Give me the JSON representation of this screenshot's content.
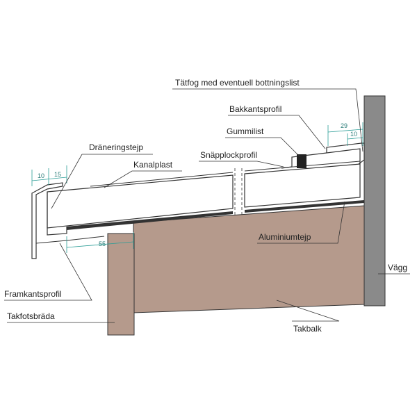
{
  "labels": {
    "tatfog": "Tätfog med eventuell bottningslist",
    "bakkantsprofil": "Bakkantsprofil",
    "gummilist": "Gummilist",
    "snapplockprofil": "Snäpplockprofil",
    "draneringstejp": "Dräneringstejp",
    "kanalplast": "Kanalplast",
    "aluminiumtejp": "Aluminiumtejp",
    "vagg": "Vägg",
    "framkantsprofil": "Framkantsprofil",
    "takfotsbrada": "Takfotsbräda",
    "takbalk": "Takbalk"
  },
  "dimensions": {
    "front_a": "10",
    "front_b": "15",
    "front_c": "55",
    "back_a": "29",
    "back_b": "10"
  },
  "colors": {
    "wood": "#b59a8c",
    "wall": "#8a8a8a",
    "dimension": "#2a9d96",
    "line": "#222222"
  }
}
